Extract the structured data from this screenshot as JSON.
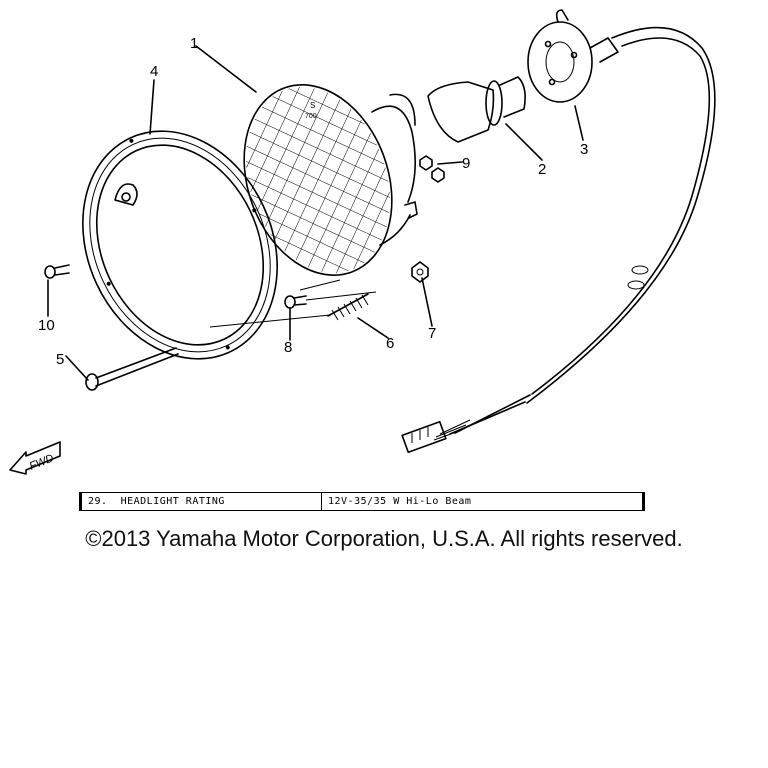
{
  "diagram": {
    "callouts": {
      "p1": "1",
      "p2": "2",
      "p3": "3",
      "p4": "4",
      "p5": "5",
      "p6": "6",
      "p7": "7",
      "p8": "8",
      "p9": "9",
      "p10": "10"
    },
    "lens_marking_1": "S",
    "lens_marking_2": "700",
    "fwd_arrow_label": "FWD"
  },
  "rating_table": {
    "label": "29.  HEADLIGHT RATING",
    "value": "12V-35/35 W Hi-Lo Beam"
  },
  "copyright": "©2013 Yamaha Motor Corporation, U.S.A. All rights reserved."
}
